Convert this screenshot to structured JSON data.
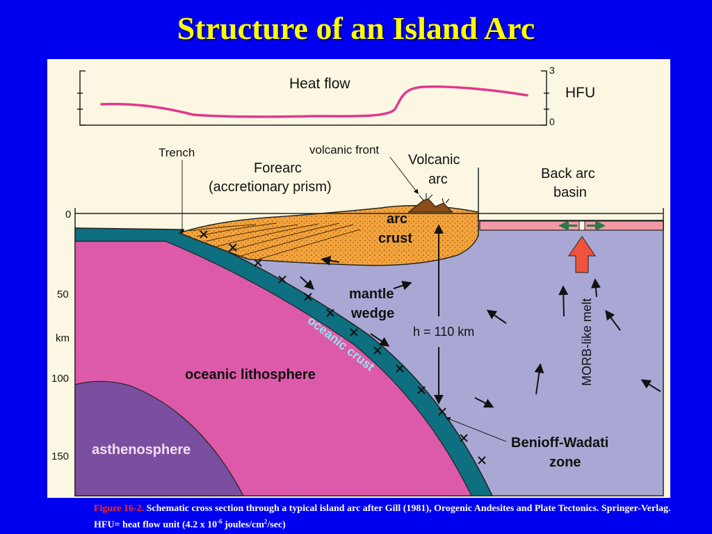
{
  "slide": {
    "title": "Structure of an Island Arc"
  },
  "heat_flow_panel": {
    "title": "Heat flow",
    "unit": "HFU",
    "scale_max": "3",
    "scale_min": "0"
  },
  "labels": {
    "trench": "Trench",
    "forearc_line1": "Forearc",
    "forearc_line2": "(accretionary prism)",
    "volcanic_front": "volcanic front",
    "volcanic_arc_line1": "Volcanic",
    "volcanic_arc_line2": "arc",
    "back_arc_line1": "Back arc",
    "back_arc_line2": "basin",
    "arc_crust_line1": "arc",
    "arc_crust_line2": "crust",
    "mantle_wedge_line1": "mantle",
    "mantle_wedge_line2": "wedge",
    "depth_h": "h = 110 km",
    "morb_melt": "MORB-like melt",
    "oceanic_crust": "oceanic crust",
    "oceanic_lithosphere": "oceanic lithosphere",
    "asthenosphere": "asthenosphere",
    "benioff_line1": "Benioff-Wadati",
    "benioff_line2": "zone"
  },
  "depth_axis": {
    "ticks": [
      "0",
      "50",
      "km",
      "100",
      "150"
    ]
  },
  "caption": {
    "figure_ref": "Figure 16-2.",
    "text_part1": "Schematic cross section through a typical island arc after Gill (1981), Orogenic Andesites and Plate Tectonics. Springer-Verlag. HFU= heat flow unit (4.2 x 10",
    "exp1": "-6",
    "text_part2": " joules/cm",
    "exp2": "2",
    "text_part3": "/sec)"
  },
  "colors": {
    "background": "#0000f0",
    "title": "#ffff00",
    "figure_bg": "#fcf7e2",
    "heat_curve": "#e0388e",
    "mantle_wedge": "#a9a8d4",
    "oceanic_lithosphere": "#dd5aaa",
    "asthenosphere": "#7b4f9f",
    "oceanic_crust": "#0d6f80",
    "arc_crust": "#f4a33c",
    "back_arc_crust": "#f49aa6",
    "melt_arrow": "#f0533c"
  }
}
